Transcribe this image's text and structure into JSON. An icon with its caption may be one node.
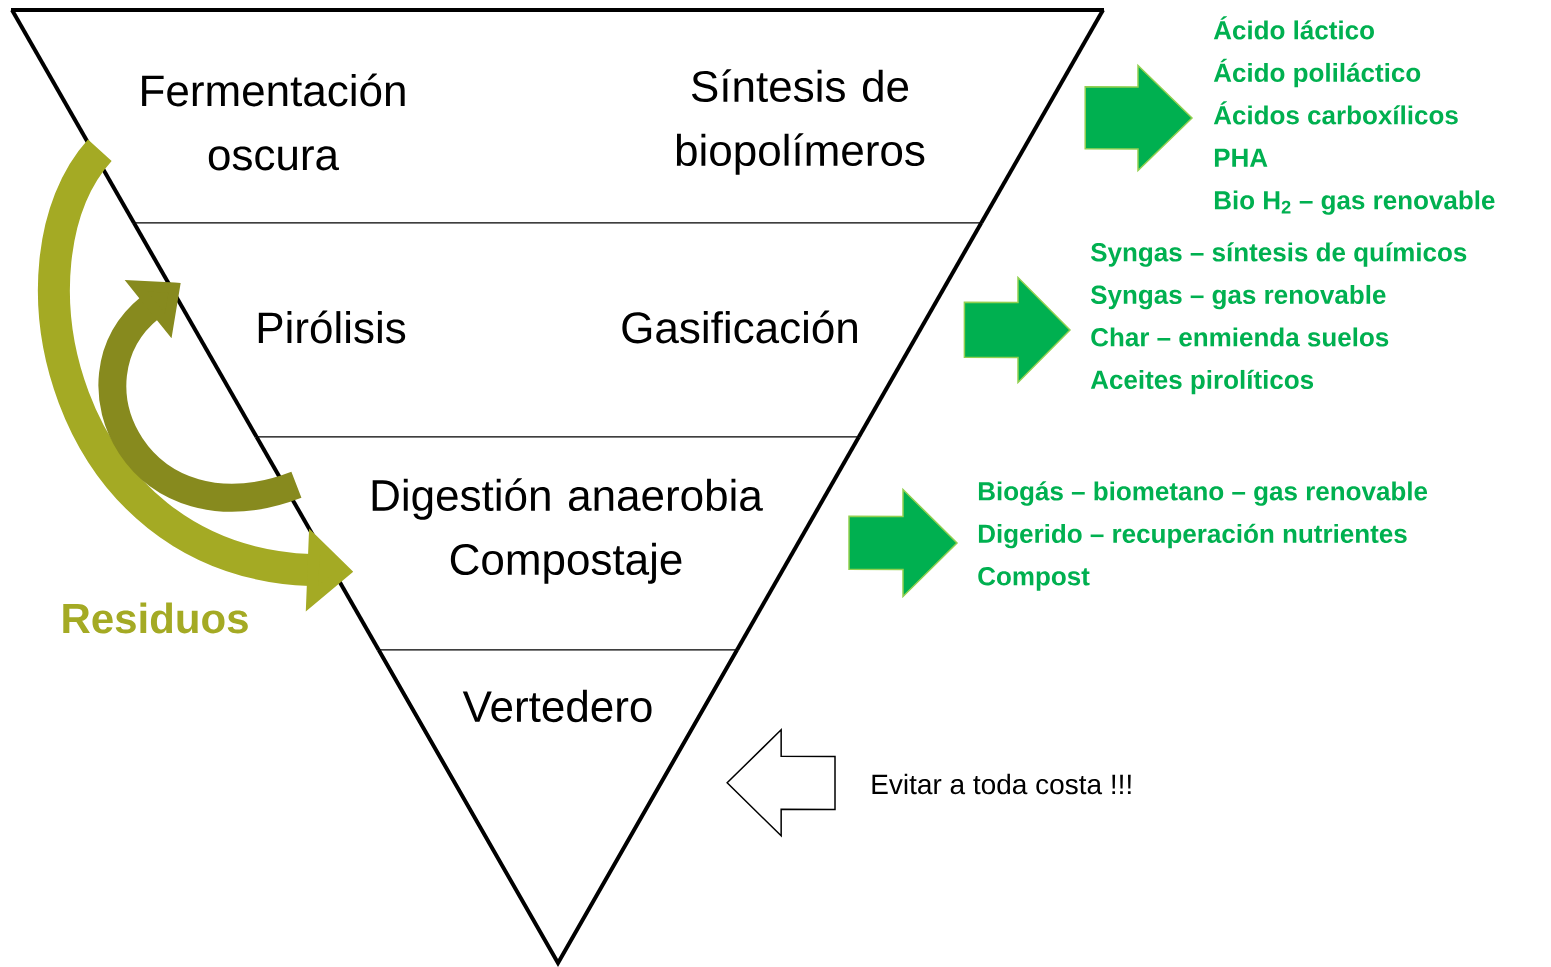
{
  "diagram": {
    "nodes": [
      {
        "text": [
          "Fermentación oscura",
          "Síntesis de biopolímeros"
        ]
      },
      {
        "text": [
          "Pirólisis",
          "Gasificación"
        ]
      },
      {
        "text": [
          "Digestión anaerobia Compostaje"
        ]
      },
      {
        "text": [
          "Vertedero"
        ]
      },
      {
        "text": [
          "Ácido láctico",
          "Ácido poliláctico",
          "Ácidos carboxílicos",
          "PHA",
          "Bio H$_{2}$ – gas renovable"
        ]
      },
      {
        "text": [
          "Syngas – síntesis de químicos",
          "Syngas – gas renovable",
          "Char – enmienda suelos",
          "Aceites pirolíticos"
        ]
      },
      {
        "text": [
          "Biogás – biometano – gas renovable",
          "Digerido – recuperación nutrientes",
          "Compost"
        ]
      },
      {
        "text": [
          "Evitar a toda costa !!!"
        ]
      }
    ],
    "edges": [
      {
        "from": 0,
        "to": 4,
        "arrow": "to",
        "color": "#00b050"
      },
      {
        "from": 1,
        "to": 5,
        "arrow": "to",
        "color": "#00b050"
      },
      {
        "from": 2,
        "to": 6,
        "arrow": "to",
        "color": "#00b050"
      },
      {
        "from": 7,
        "to": 3,
        "arrow": "to"
      },
      {
        "from": 0,
        "to": 2,
        "arrow": "to",
        "color": "#a4aa24"
      },
      {
        "from": 2,
        "to": 1,
        "arrow": "to",
        "color": "#878a1e"
      }
    ],
    "labels": [
      "Residuos"
    ]
  }
}
